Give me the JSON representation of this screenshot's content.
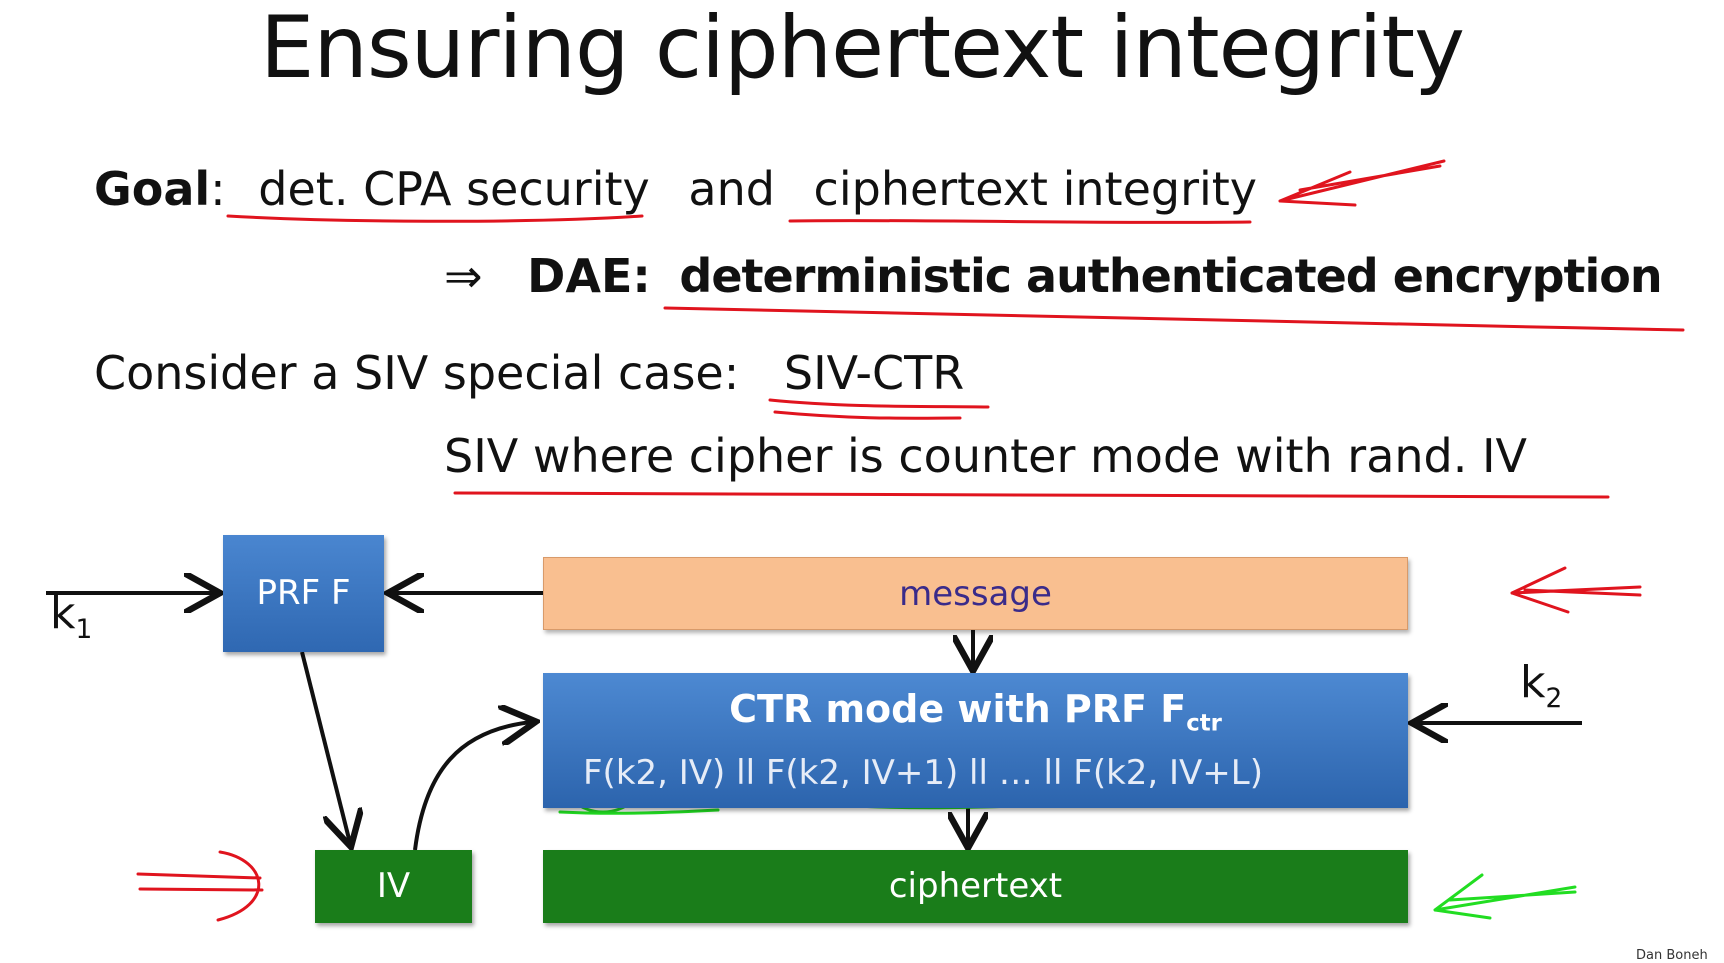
{
  "title": "Ensuring ciphertext integrity",
  "goal": {
    "label": "Goal",
    "colon": ":",
    "part1": "det. CPA security",
    "conj": "and",
    "part2": "ciphertext integrity"
  },
  "dae": {
    "arrow": "⇒",
    "label": "DAE:",
    "text": "deterministic authenticated encryption"
  },
  "consider": {
    "text": "Consider a SIV special case:",
    "case": "SIV-CTR"
  },
  "siv_desc": "SIV where cipher is counter mode with rand. IV",
  "diagram": {
    "k1": "k",
    "k1_sub": "1",
    "k2": "k",
    "k2_sub": "2",
    "prf_box": "PRF  F",
    "message_box": "message",
    "ctr_title": "CTR mode with PRF  F",
    "ctr_title_sub": "ctr",
    "ctr_formula": "F(k2, IV)  ll  F(k2, IV+1) ll … ll F(k2, IV+L)",
    "iv_box": "IV",
    "ciphertext_box": "ciphertext"
  },
  "colors": {
    "prf_blue": "#3c78c4",
    "message_orange": "#f9bf90",
    "iv_green": "#1a7d1a",
    "red_ink": "#e0141e",
    "green_ink": "#22dd22"
  },
  "footer": "Dan Boneh"
}
